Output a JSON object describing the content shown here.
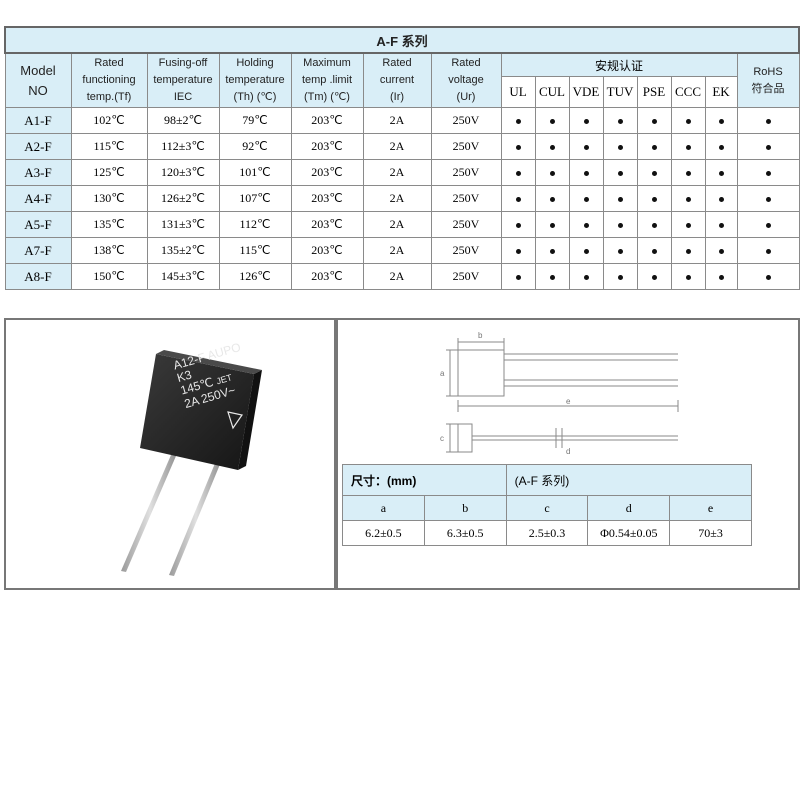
{
  "title": "A-F 系列",
  "headers": {
    "model": [
      "Model",
      "NO"
    ],
    "rated_functioning": [
      "Rated",
      "functioning",
      "temp.(Tf)"
    ],
    "fusing_off": [
      "Fusing-off",
      "temperature",
      "IEC"
    ],
    "holding": [
      "Holding",
      "temperature",
      "(Th) (℃)"
    ],
    "max_temp": [
      "Maximum",
      "temp .limit",
      "(Tm) (℃)"
    ],
    "rated_current": [
      "Rated",
      "current",
      "(Ir)"
    ],
    "rated_voltage": [
      "Rated",
      "voltage",
      "(Ur)"
    ],
    "safety": "安规认证",
    "rohs": [
      "RoHS",
      "符合品"
    ]
  },
  "certs": [
    "UL",
    "CUL",
    "VDE",
    "TUV",
    "PSE",
    "CCC",
    "EK"
  ],
  "rows": [
    {
      "model": "A1-F",
      "tf": "102℃",
      "fuse": "98±2℃",
      "th": "79℃",
      "tm": "203℃",
      "ir": "2A",
      "ur": "250V"
    },
    {
      "model": "A2-F",
      "tf": "115℃",
      "fuse": "112±3℃",
      "th": "92℃",
      "tm": "203℃",
      "ir": "2A",
      "ur": "250V"
    },
    {
      "model": "A3-F",
      "tf": "125℃",
      "fuse": "120±3℃",
      "th": "101℃",
      "tm": "203℃",
      "ir": "2A",
      "ur": "250V"
    },
    {
      "model": "A4-F",
      "tf": "130℃",
      "fuse": "126±2℃",
      "th": "107℃",
      "tm": "203℃",
      "ir": "2A",
      "ur": "250V"
    },
    {
      "model": "A5-F",
      "tf": "135℃",
      "fuse": "131±3℃",
      "th": "112℃",
      "tm": "203℃",
      "ir": "2A",
      "ur": "250V"
    },
    {
      "model": "A7-F",
      "tf": "138℃",
      "fuse": "135±2℃",
      "th": "115℃",
      "tm": "203℃",
      "ir": "2A",
      "ur": "250V"
    },
    {
      "model": "A8-F",
      "tf": "150℃",
      "fuse": "145±3℃",
      "th": "126℃",
      "tm": "203℃",
      "ir": "2A",
      "ur": "250V"
    }
  ],
  "component_marking": [
    "A12-F AUPO",
    "K3",
    "145℃",
    "2A 250V~"
  ],
  "component_mark_jet": "JET",
  "drawing_letters": [
    "b",
    "a",
    "e",
    "c",
    "d"
  ],
  "dimensions": {
    "header_label": "尺寸：(mm)",
    "header_series": "(A-F 系列)",
    "letters": [
      "a",
      "b",
      "c",
      "d",
      "e"
    ],
    "values": [
      "6.2±0.5",
      "6.3±0.5",
      "2.5±0.3",
      "Φ0.54±0.05",
      "70±3"
    ]
  },
  "colors": {
    "header_fill": "#d9eef7",
    "grid": "#8a8a8a",
    "component_body": "#2a2a2a"
  }
}
